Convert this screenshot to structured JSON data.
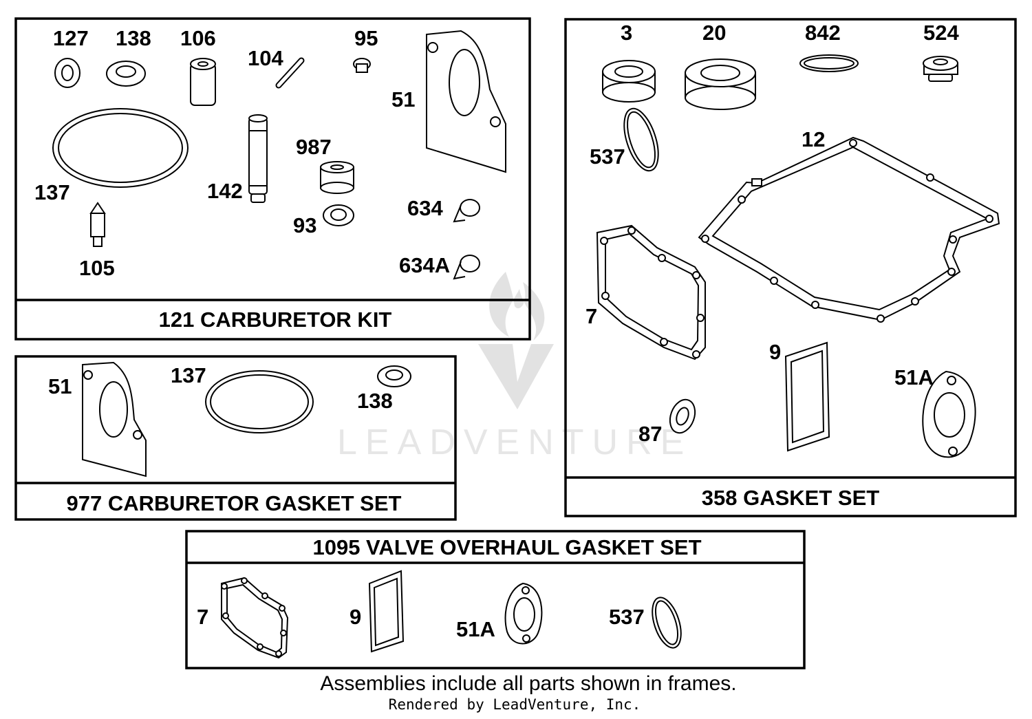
{
  "watermark": {
    "text": "LEADVENTURE"
  },
  "frames": {
    "carb_kit": {
      "title": "121 CARBURETOR KIT",
      "labels": [
        "127",
        "138",
        "106",
        "104",
        "95",
        "51",
        "137",
        "142",
        "987",
        "93",
        "634",
        "634A",
        "105"
      ]
    },
    "carb_gasket": {
      "title": "977 CARBURETOR GASKET SET",
      "labels": [
        "51",
        "137",
        "138"
      ]
    },
    "gasket_set": {
      "title": "358 GASKET SET",
      "labels": [
        "3",
        "20",
        "842",
        "524",
        "537",
        "12",
        "7",
        "9",
        "51A",
        "87"
      ]
    },
    "valve": {
      "title": "1095 VALVE OVERHAUL GASKET SET",
      "labels": [
        "7",
        "9",
        "51A",
        "537"
      ]
    }
  },
  "footer": {
    "note": "Assemblies include all parts shown in frames.",
    "credit": "Rendered by LeadVenture, Inc."
  }
}
